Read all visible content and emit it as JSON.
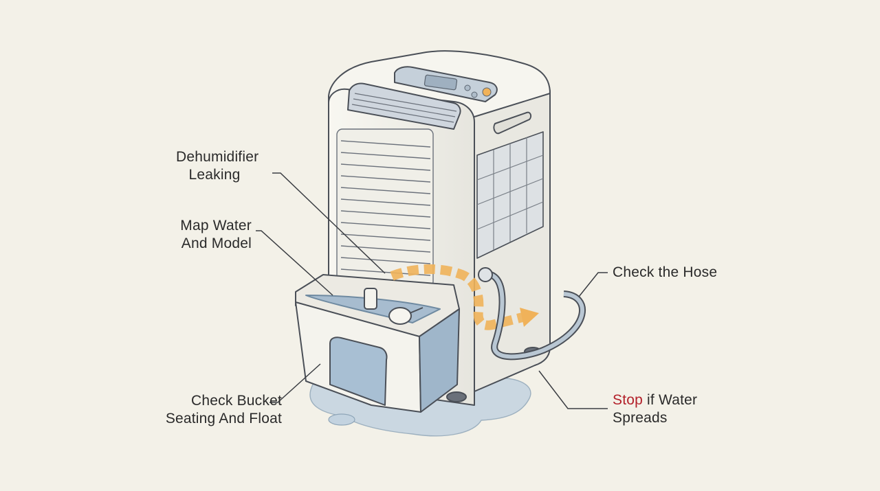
{
  "labels": {
    "leak": {
      "line1": "Dehumidifier",
      "line2": "Leaking"
    },
    "map": {
      "line1": "Map Water",
      "line2": "And Model"
    },
    "bucket": {
      "line1": "Check Bucket",
      "line2": "Seating And Float"
    },
    "hose": "Check the Hose",
    "stop": {
      "word": "Stop",
      "rest": " if Water",
      "line2": "Spreads"
    }
  },
  "colors": {
    "background": "#f3f1e8",
    "outline": "#4a4f57",
    "body": "#f7f6f0",
    "water": "#b4c6d6",
    "flow_arrow": "#f0b25a",
    "stop_text": "#b3202a"
  },
  "icons": [
    "dehumidifier-illustration",
    "water-flow-arrow",
    "drain-hose",
    "water-puddle",
    "float-ball"
  ]
}
